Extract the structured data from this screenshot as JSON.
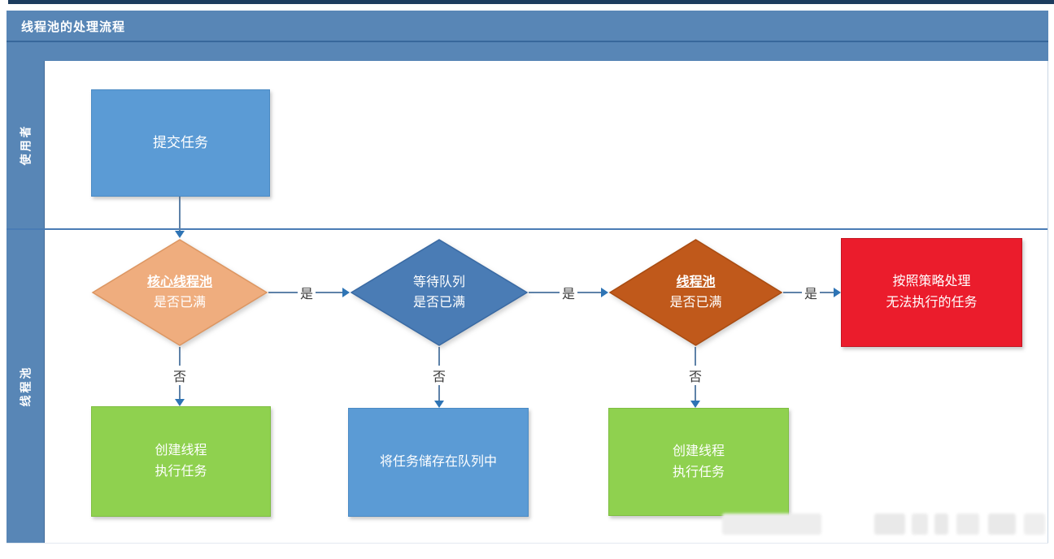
{
  "title": "线程池的处理流程",
  "lanes": {
    "lane1": "使用者",
    "lane2": "线程池"
  },
  "nodes": {
    "submit_task": {
      "line1": "提交任务"
    },
    "core_pool_full": {
      "line1": "核心线程池",
      "line2": "是否已满"
    },
    "wait_queue_full": {
      "line1": "等待队列",
      "line2": "是否已满"
    },
    "pool_full": {
      "line1": "线程池",
      "line2": "是否已满"
    },
    "reject_policy": {
      "line1": "按照策略处理",
      "line2": "无法执行的任务"
    },
    "create_thread_1": {
      "line1": "创建线程",
      "line2": "执行任务"
    },
    "store_in_queue": {
      "line1": "将任务储存在队列中"
    },
    "create_thread_2": {
      "line1": "创建线程",
      "line2": "执行任务"
    }
  },
  "edge_labels": {
    "yes1": "是",
    "yes2": "是",
    "yes3": "是",
    "no1": "否",
    "no2": "否",
    "no3": "否"
  },
  "colors": {
    "top_strip": "#1c3c5e",
    "header_blue": "#5886b6",
    "lane_divider": "#4a7cb5",
    "box_blue": "#5b9bd5",
    "diamond_peach": "#efad7e",
    "diamond_blue": "#4a7cb5",
    "diamond_orange": "#c0591b",
    "box_red": "#eb1c2c",
    "box_green": "#8fd14f",
    "connector_line": "#5e82a8",
    "arrowhead": "#2e74b5"
  }
}
